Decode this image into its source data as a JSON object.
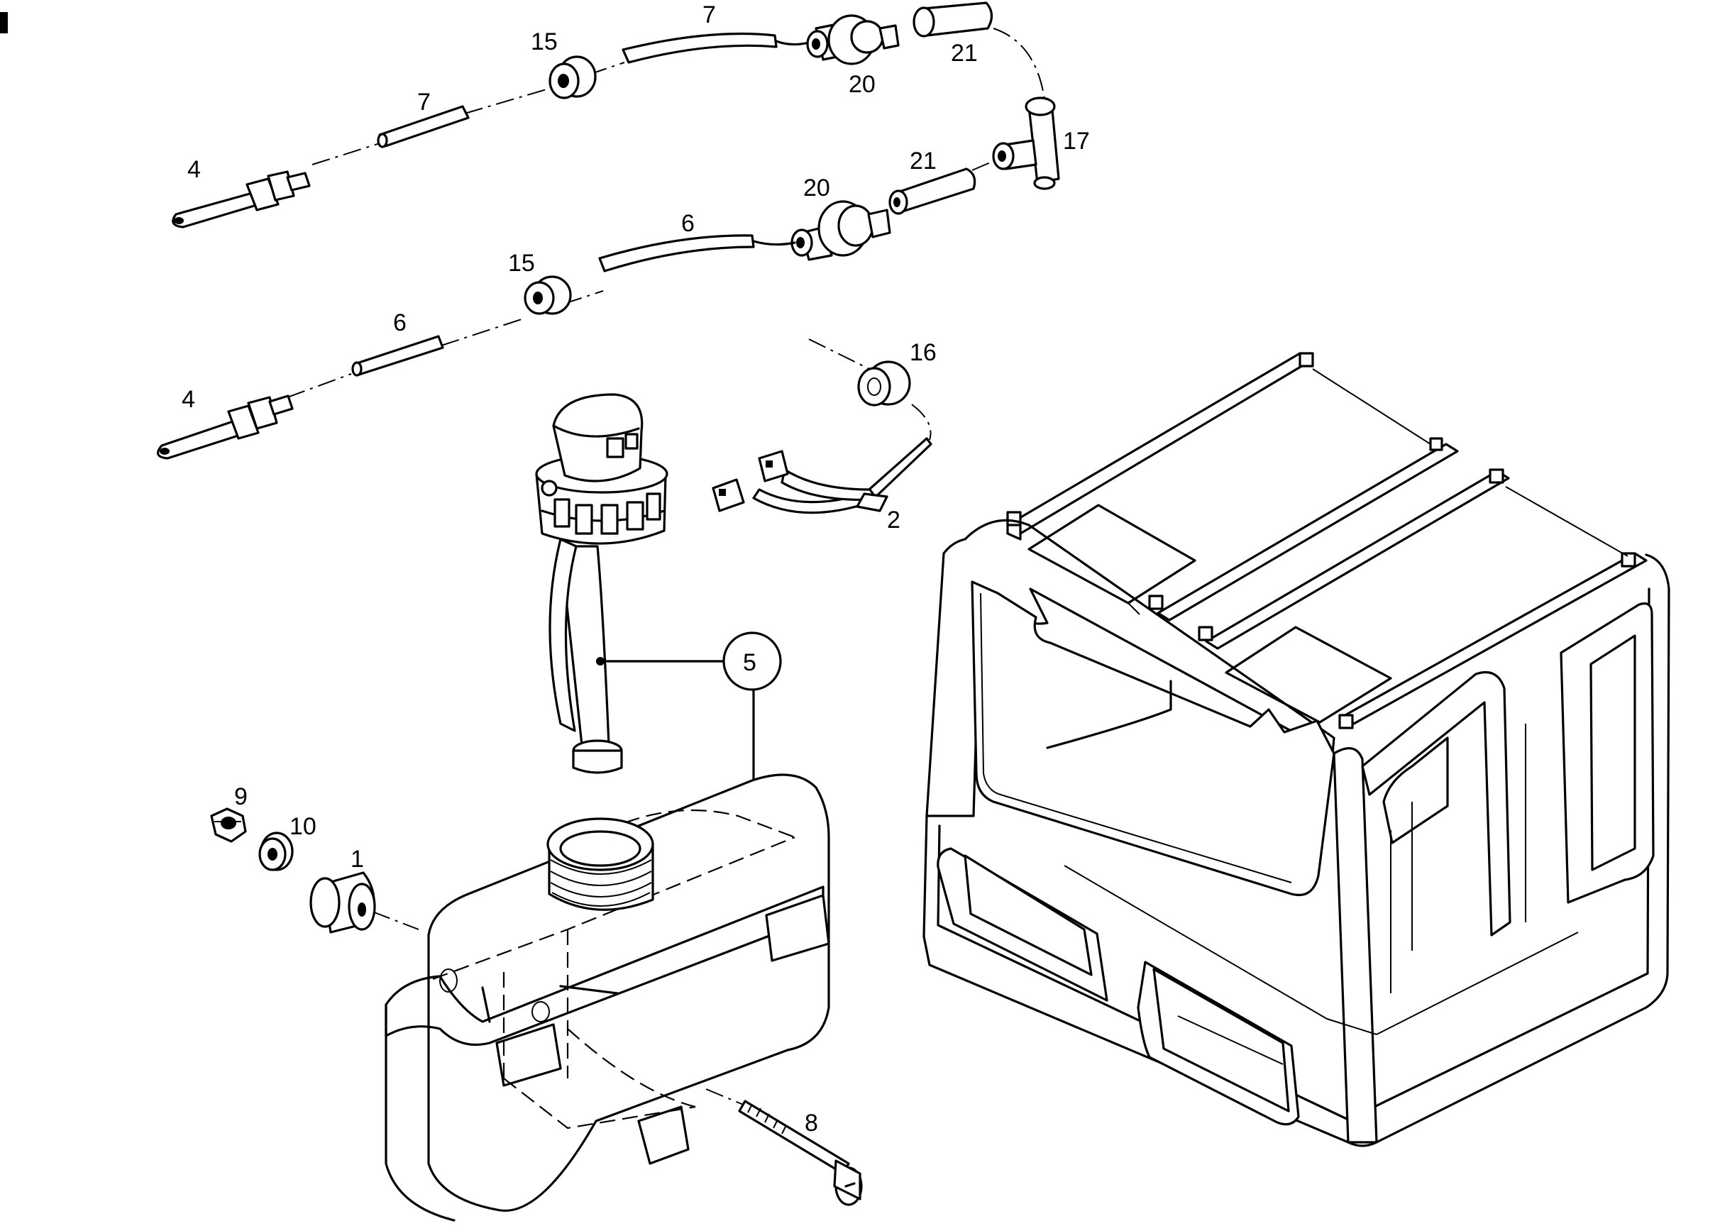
{
  "diagram": {
    "callouts": {
      "tank": "1",
      "harness": "2",
      "nozzle_upper": "4",
      "nozzle_lower": "4",
      "pump_ref": "5",
      "hose_lower_long": "6",
      "hose_lower_short": "6",
      "hose_upper_long": "7",
      "hose_upper_short": "7",
      "screw": "8",
      "nut": "9",
      "washer": "10",
      "grommet_upper": "15",
      "grommet_lower": "15",
      "grommet_harness": "16",
      "tee": "17",
      "valve_upper": "20",
      "valve_lower": "20",
      "tube_upper": "21",
      "tube_lower": "21"
    }
  }
}
